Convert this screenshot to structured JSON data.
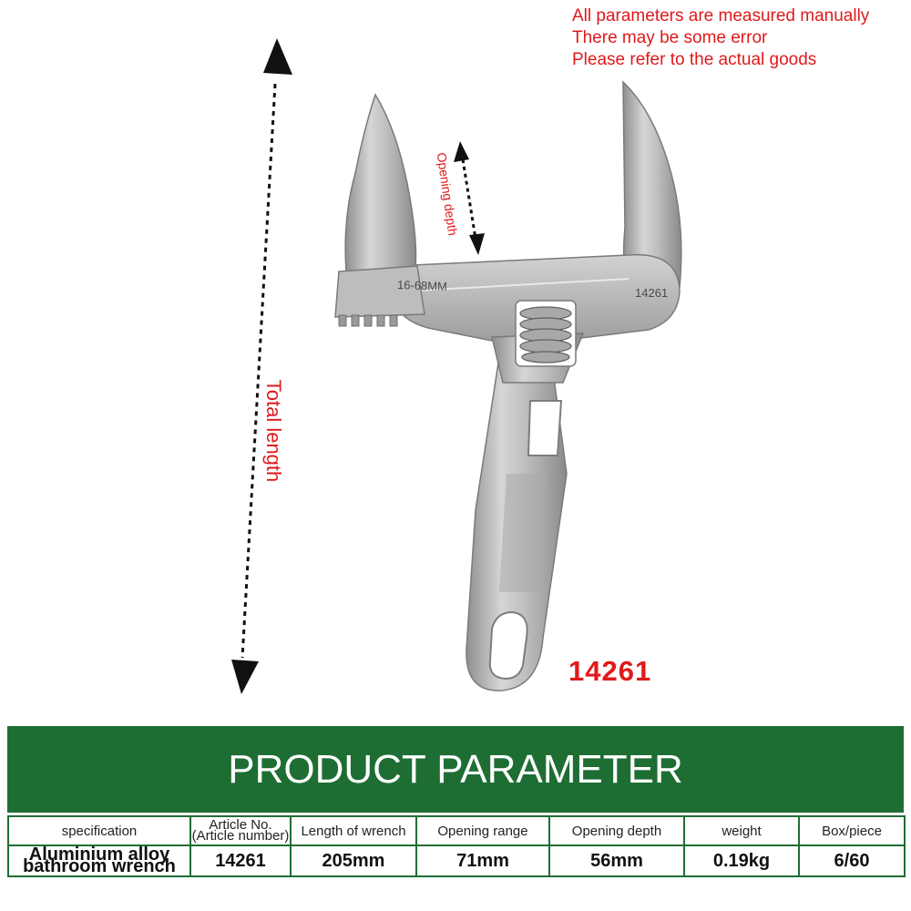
{
  "notes": [
    "All parameters are measured manually",
    "There may be some error",
    "Please refer to the actual goods"
  ],
  "labels": {
    "total_length": "Total length",
    "opening_depth": "Opening depth"
  },
  "engraving": {
    "range": "16-68MM",
    "number": "14261"
  },
  "model_number": "14261",
  "banner_title": "PRODUCT PARAMETER",
  "table": {
    "headers": {
      "specification": "specification",
      "article_line1": "Article No.",
      "article_line2": "(Article number)",
      "length": "Length of wrench",
      "opening_range": "Opening range",
      "opening_depth": "Opening depth",
      "weight": "weight",
      "box": "Box/piece"
    },
    "values": {
      "spec_line1": "Aluminium alloy",
      "spec_line2": "bathroom wrench",
      "article": "14261",
      "length": "205mm",
      "opening_range": "71mm",
      "opening_depth": "56mm",
      "weight": "0.19kg",
      "box": "6/60"
    }
  },
  "colors": {
    "accent_red": "#e0191b",
    "banner_green": "#1e6e34",
    "metal": "#b7b7b7"
  }
}
